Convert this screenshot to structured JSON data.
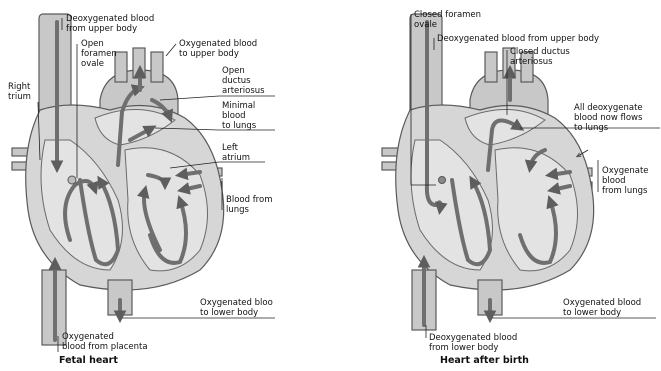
{
  "fetal": {
    "caption": "Fetal heart",
    "labels": {
      "deoxy_upper": [
        "Deoxygenated blood",
        "from upper body"
      ],
      "open_foramen": [
        "Open",
        "foramen",
        "ovale"
      ],
      "oxy_upper": [
        "Oxygenated blood",
        "to upper body"
      ],
      "open_ductus": [
        "Open",
        "ductus",
        "arteriosus"
      ],
      "right_atrium": [
        "Right",
        "trium"
      ],
      "minimal_blood": [
        "Minimal",
        "blood",
        "to lungs"
      ],
      "left_atrium": [
        "Left",
        "atrium"
      ],
      "blood_lungs": [
        "Blood from",
        "lungs"
      ],
      "oxy_lower": [
        "Oxygenated bloo",
        "to lower body"
      ],
      "oxy_placenta": [
        "Oxygenated",
        "blood from placenta"
      ]
    }
  },
  "after": {
    "caption": "Heart after birth",
    "labels": {
      "closed_foramen": [
        "Closed foramen",
        "ovale"
      ],
      "deoxy_upper": [
        "Deoxygenated blood from upper body"
      ],
      "closed_ductus": [
        "Closed ductus",
        "arteriosus"
      ],
      "all_deoxy": [
        "All deoxygenate",
        "blood now flows",
        "to lungs"
      ],
      "oxy_lungs": [
        "Oxygenate",
        "blood",
        "from lungs"
      ],
      "oxy_lower": [
        "Oxygenated blood",
        "to lower body"
      ],
      "deoxy_lower": [
        "Deoxygenated blood",
        "from lower body"
      ]
    }
  }
}
